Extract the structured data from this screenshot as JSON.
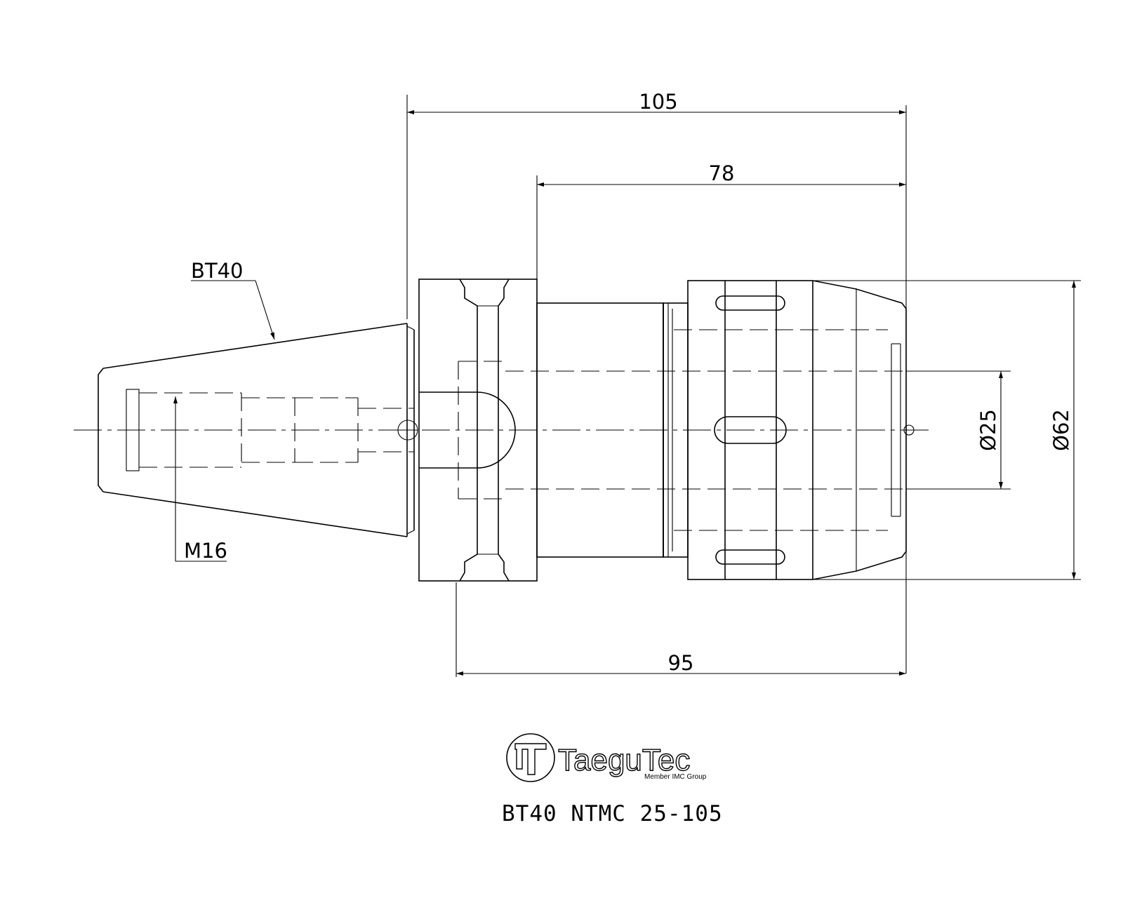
{
  "dimensions": {
    "overall_length": "105",
    "body_length": "78",
    "gauge_length": "95",
    "bore_diameter": "Ø25",
    "outer_diameter": "Ø62"
  },
  "labels": {
    "taper": "BT40",
    "thread": "M16"
  },
  "logo": {
    "brand": "TaeguTec",
    "tagline": "Member IMC Group"
  },
  "title": "BT40 NTMC 25-105"
}
